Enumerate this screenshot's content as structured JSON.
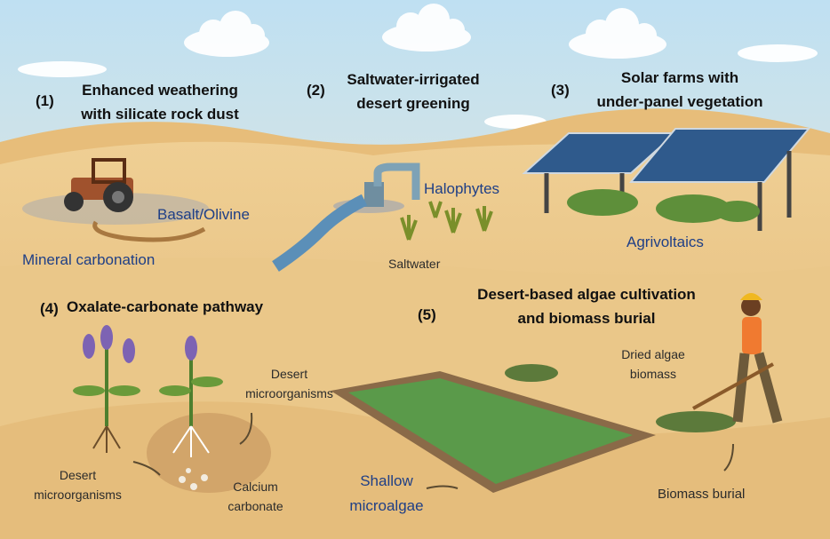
{
  "sections": [
    {
      "number": "(1)",
      "title_lines": [
        "Enhanced weathering",
        "with silicate rock dust"
      ]
    },
    {
      "number": "(2)",
      "title_lines": [
        "Saltwater-irrigated",
        "desert greening"
      ]
    },
    {
      "number": "(3)",
      "title_lines": [
        "Solar farms with",
        "under-panel vegetation"
      ]
    },
    {
      "number": "(4)",
      "title_lines": [
        "Oxalate-carbonate pathway"
      ]
    },
    {
      "number": "(5)",
      "title_lines": [
        "Desert-based algae cultivation",
        "and biomass burial"
      ]
    }
  ],
  "labels": {
    "basalt": "Basalt/Olivine",
    "mineral_carbonation": "Mineral carbonation",
    "halophytes": "Halophytes",
    "saltwater": "Saltwater",
    "agrivoltaics": "Agrivoltaics",
    "desert_micro_right": [
      "Desert",
      "microorganisms"
    ],
    "desert_micro_left": [
      "Desert",
      "microorganisms"
    ],
    "calcium_carbonate": [
      "Calcium",
      "carbonate"
    ],
    "dried_algae": [
      "Dried algae",
      "biomass"
    ],
    "shallow_microalgae": [
      "Shallow",
      "microalgae"
    ],
    "biomass_burial": "Biomass burial"
  },
  "colors": {
    "sky": "#cfe6f3",
    "sand": "#e9c585",
    "label_blue": "#1f3f86",
    "algae": "#5a9a4a"
  }
}
